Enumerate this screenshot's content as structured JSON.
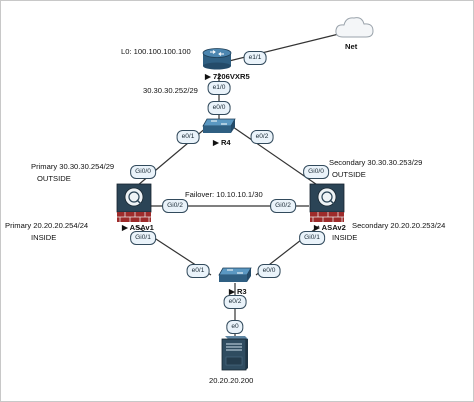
{
  "devices": {
    "router_7206": {
      "name": "▶ 7206VXR5",
      "loopback": "L0: 100.100.100.100",
      "ports": {
        "e1_1": "e1/1",
        "e1_0": "e1/0"
      },
      "link_subnet": "30.30.30.252/29"
    },
    "cloud": {
      "name": "Net"
    },
    "switch_r4": {
      "name": "▶ R4",
      "ports": {
        "e0_0": "e0/0",
        "e0_1": "e0/1",
        "e0_2": "e0/2"
      }
    },
    "switch_r3": {
      "name": "▶ R3",
      "ports": {
        "e0_1": "e0/1",
        "e0_0": "e0/0",
        "e0_2": "e0/2"
      }
    },
    "asav1": {
      "name": "▶ ASAv1",
      "outside_ip": "Primary 30.30.30.254/29",
      "outside_label": "OUTSIDE",
      "inside_ip": "Primary 20.20.20.254/24",
      "inside_label": "INSIDE",
      "ports": {
        "gi0_0": "Gi0/0",
        "gi0_2": "Gi0/2",
        "gi0_1": "Gi0/1"
      }
    },
    "asav2": {
      "name": "▶ ASAv2",
      "outside_ip": "Secondary 30.30.30.253/29",
      "outside_label": "OUTSIDE",
      "inside_ip": "Secondary 20.20.20.253/24",
      "inside_label": "INSIDE",
      "ports": {
        "gi0_0": "Gi0/0",
        "gi0_2": "Gi0/2",
        "gi0_1": "Gi0/1"
      }
    },
    "server": {
      "ip": "20.20.20.200",
      "ports": {
        "e0": "e0"
      }
    }
  },
  "failover_link": "Failover: 10.10.10.1/30",
  "colors": {
    "wire": "#333333",
    "router_body": "#2f5f82",
    "device_body": "#3d7da8",
    "asa_body": "#2b4456",
    "server_body": "#2f4c60",
    "port_fill": "#eaf3fa"
  }
}
